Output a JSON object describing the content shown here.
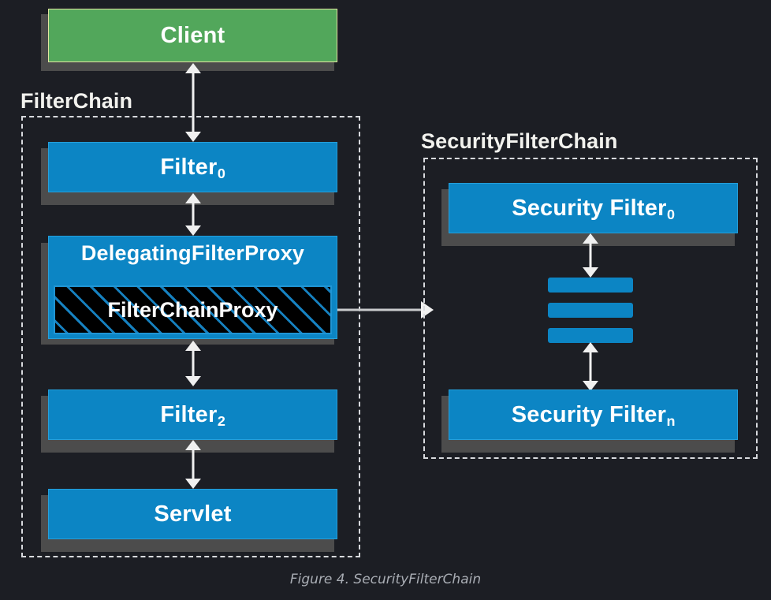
{
  "figure": {
    "caption": "Figure 4. SecurityFilterChain",
    "background_color": "#1c1e24"
  },
  "colors": {
    "background": "#1c1e24",
    "node_blue": "#0c85c4",
    "node_blue_border": "#25a0dc",
    "node_green": "#52a75b",
    "node_green_border": "#e2e6a0",
    "shadow": "#4c4c4c",
    "dashed_border": "#d8dade",
    "arrow": "#f0f0f0",
    "hatch_background": "#000000",
    "hatch_stripe": "#1681c0",
    "label_text": "#f2f2ee",
    "node_text": "#ffffff",
    "caption_text": "#a9adb4"
  },
  "groups": [
    {
      "id": "filter-chain",
      "label": "FilterChain"
    },
    {
      "id": "security-filter-chain",
      "label": "SecurityFilterChain"
    }
  ],
  "nodes": {
    "client": {
      "label": "Client",
      "subscript": "",
      "style": "green"
    },
    "filter0": {
      "label": "Filter",
      "subscript": "0",
      "style": "blue"
    },
    "delegating_filter_proxy": {
      "label": "DelegatingFilterProxy",
      "subscript": "",
      "style": "blue"
    },
    "filter_chain_proxy": {
      "label": "FilterChainProxy",
      "subscript": "",
      "style": "hatched"
    },
    "filter2": {
      "label": "Filter",
      "subscript": "2",
      "style": "blue"
    },
    "servlet": {
      "label": "Servlet",
      "subscript": "",
      "style": "blue"
    },
    "security_filter0": {
      "label": "Security Filter",
      "subscript": "0",
      "style": "blue"
    },
    "security_filter_n": {
      "label": "Security Filter",
      "subscript": "n",
      "style": "blue"
    },
    "ellipsis": {
      "label": "",
      "subscript": "",
      "style": "stacked-bars",
      "bar_count": 3
    }
  },
  "connections": [
    {
      "id": "client-filter0",
      "from": "client",
      "to": "filter0",
      "kind": "bidirectional-vertical"
    },
    {
      "id": "filter0-dfp",
      "from": "filter0",
      "to": "delegating_filter_proxy",
      "kind": "bidirectional-vertical"
    },
    {
      "id": "dfp-filter2",
      "from": "delegating_filter_proxy",
      "to": "filter2",
      "kind": "bidirectional-vertical"
    },
    {
      "id": "filter2-servlet",
      "from": "filter2",
      "to": "servlet",
      "kind": "bidirectional-vertical"
    },
    {
      "id": "fcp-securitychain",
      "from": "filter_chain_proxy",
      "to": "security-filter-chain",
      "kind": "unidirectional-horizontal"
    },
    {
      "id": "secfilter0-ellipsis",
      "from": "security_filter0",
      "to": "ellipsis",
      "kind": "bidirectional-vertical"
    },
    {
      "id": "ellipsis-secfiltern",
      "from": "ellipsis",
      "to": "security_filter_n",
      "kind": "bidirectional-vertical"
    }
  ]
}
